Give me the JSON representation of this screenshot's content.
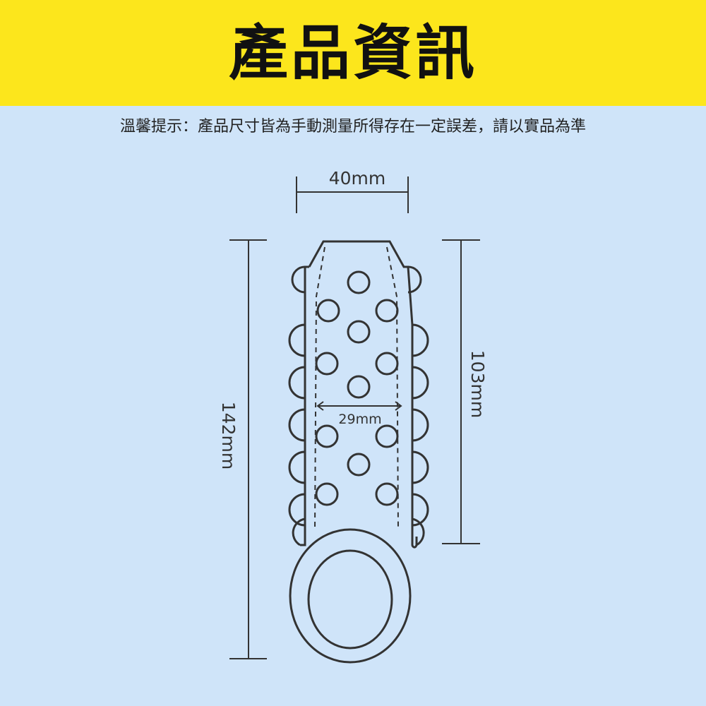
{
  "header": {
    "title": "產品資訊"
  },
  "notice": {
    "text": "溫馨提示：產品尺寸皆為手動測量所得存在一定誤差，請以實品為準"
  },
  "dimensions": {
    "top_width": "40mm",
    "inner_width": "29mm",
    "total_length": "142mm",
    "shaft_length": "103mm"
  },
  "colors": {
    "header_bg": "#fce61c",
    "page_bg": "#cfe4f9",
    "line": "#333333"
  }
}
